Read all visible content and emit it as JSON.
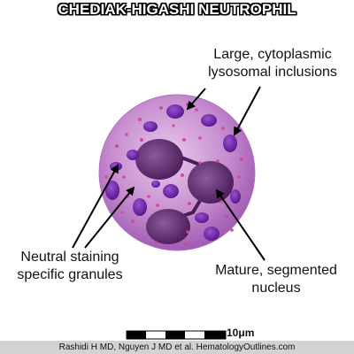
{
  "title": "CHEDIAK-HIGASHI NEUTROPHIL",
  "labels": {
    "inclusions_line1": "Large, cytoplasmic",
    "inclusions_line2": "lysosomal inclusions",
    "granules_line1": "Neutral staining",
    "granules_line2": "specific granules",
    "nucleus_line1": "Mature, segmented",
    "nucleus_line2": "nucleus"
  },
  "scale_bar": {
    "label": "10μm"
  },
  "credit": "Rashidi H MD, Nguyen J MD et al. HematologyOutlines.com",
  "colors": {
    "cytoplasm": "#c88fd0",
    "cytoplasm_edge": "#a860b8",
    "nucleus": "#5a2a6a",
    "inclusion": "#7a2eb0",
    "granule": "#d04a9a"
  }
}
